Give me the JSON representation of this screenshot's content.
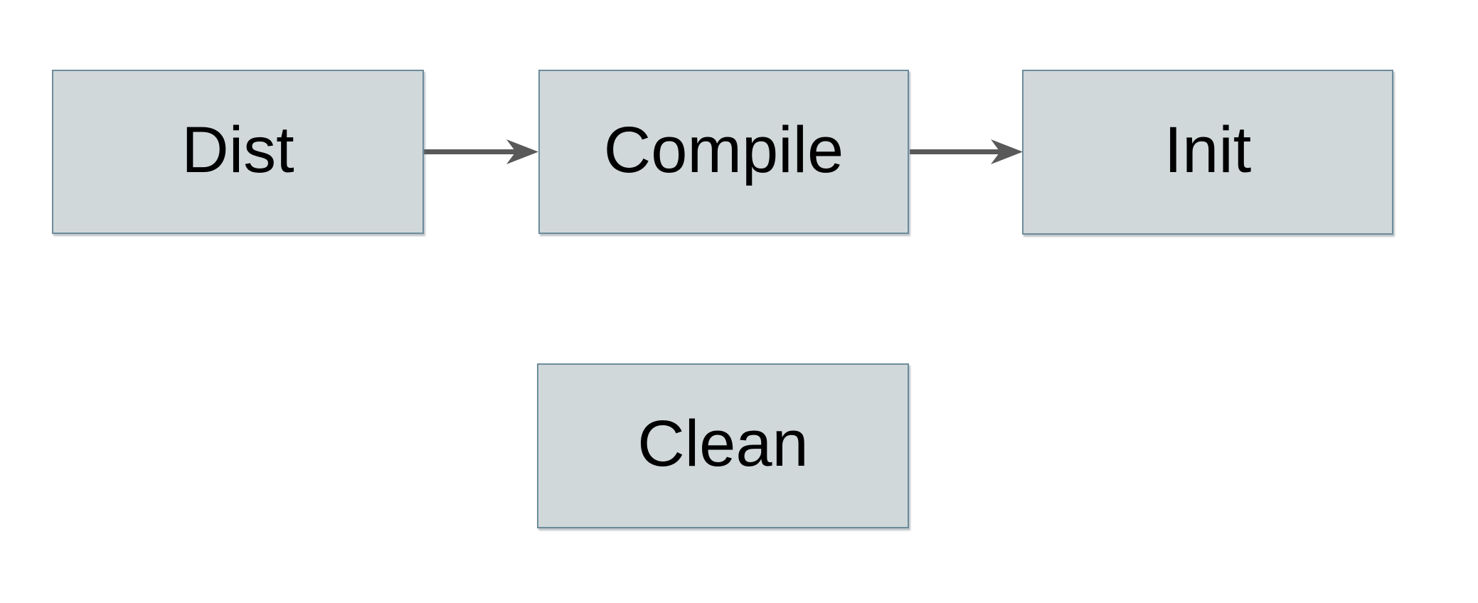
{
  "diagram": {
    "type": "flowchart",
    "background": "#ffffff",
    "nodes": [
      {
        "id": "dist",
        "label": "Dist",
        "row": 1,
        "col": 1
      },
      {
        "id": "compile",
        "label": "Compile",
        "row": 1,
        "col": 2
      },
      {
        "id": "init",
        "label": "Init",
        "row": 1,
        "col": 3
      },
      {
        "id": "clean",
        "label": "Clean",
        "row": 2,
        "col": 2
      }
    ],
    "edges": [
      {
        "from": "Dist",
        "to": "Compile",
        "style": "solid-arrow",
        "direction": "right"
      },
      {
        "from": "Compile",
        "to": "Init",
        "style": "solid-arrow",
        "direction": "right"
      }
    ],
    "colors": {
      "node_fill": "#d1d8da",
      "node_border": "#6d8c9b",
      "arrow": "#595959",
      "text": "#000000",
      "shadow": "rgba(110,125,135,0.45)"
    }
  }
}
